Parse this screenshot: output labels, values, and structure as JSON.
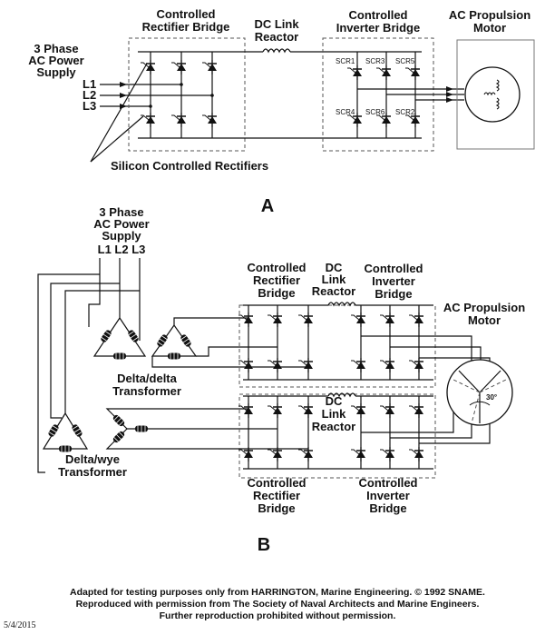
{
  "fig_a": {
    "supply": [
      "3 Phase",
      "AC Power",
      "Supply"
    ],
    "lines": [
      "L1",
      "L2",
      "L3"
    ],
    "rectifier": [
      "Controlled",
      "Rectifier Bridge"
    ],
    "reactor": [
      "DC Link",
      "Reactor"
    ],
    "inverter": [
      "Controlled",
      "Inverter Bridge"
    ],
    "motor": [
      "AC Propulsion",
      "Motor"
    ],
    "scr_labels": [
      "SCR1",
      "SCR3",
      "SCR5",
      "SCR4",
      "SCR6",
      "SCR2"
    ],
    "scr_caption": "Silicon Controlled Rectifiers",
    "letter": "A"
  },
  "fig_b": {
    "supply": [
      "3 Phase",
      "AC Power",
      "Supply"
    ],
    "lines": "L1 L2 L3",
    "delta_delta": [
      "Delta/delta",
      "Transformer"
    ],
    "delta_wye": [
      "Delta/wye",
      "Transformer"
    ],
    "rect_top": [
      "Controlled",
      "Rectifier",
      "Bridge"
    ],
    "reactor_top": [
      "DC",
      "Link",
      "Reactor"
    ],
    "inv_top": [
      "Controlled",
      "Inverter",
      "Bridge"
    ],
    "reactor_bot": [
      "DC",
      "Link",
      "Reactor"
    ],
    "rect_bot": [
      "Controlled",
      "Rectifier",
      "Bridge"
    ],
    "inv_bot": [
      "Controlled",
      "Inverter",
      "Bridge"
    ],
    "motor": [
      "AC Propulsion",
      "Motor"
    ],
    "angle": "30°",
    "letter": "B"
  },
  "footer": {
    "date": "5/4/2015",
    "credits": [
      "Adapted for testing purposes only from HARRINGTON, Marine Engineering. © 1992 SNAME.",
      "Reproduced with permission from The Society of Naval Architects and Marine Engineers.",
      "Further reproduction prohibited without permission."
    ]
  }
}
